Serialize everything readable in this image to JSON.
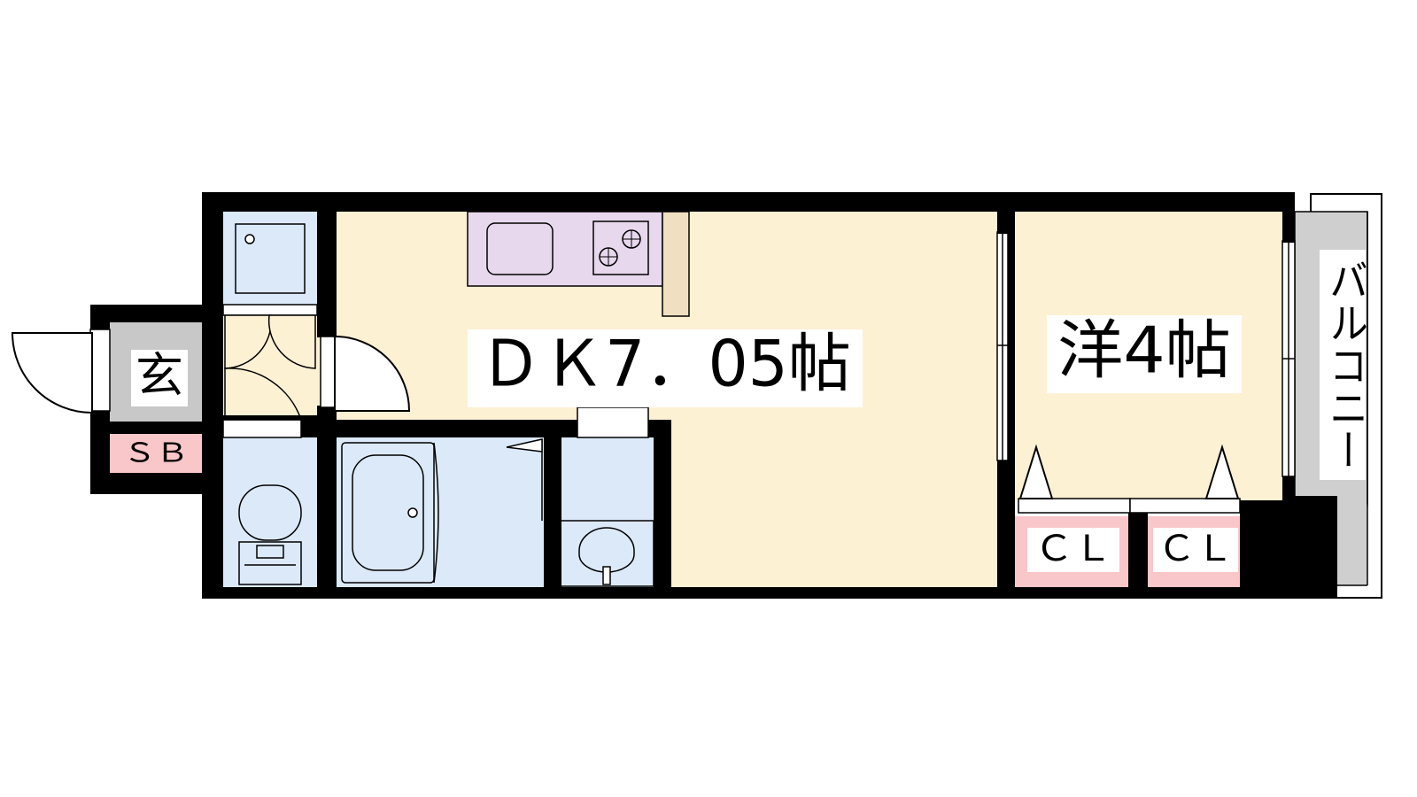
{
  "rooms": {
    "dk": {
      "label": "ＤＫ7．05帖"
    },
    "western": {
      "label": "洋4帖"
    },
    "entrance": {
      "label": "玄"
    },
    "shoe_box": {
      "label": "ＳＢ"
    },
    "closet_left": {
      "label": "ＣＬ"
    },
    "closet_right": {
      "label": "ＣＬ"
    },
    "balcony": {
      "label": "バルコニー"
    }
  },
  "colors": {
    "wall": "#000000",
    "dk_floor": "#fdf1d3",
    "western_floor": "#fdf1d3",
    "kitchen_counter": "#e8d8ee",
    "wet_area": "#dce9f8",
    "entrance_floor": "#c8c8c8",
    "balcony_floor": "#cfcfcf",
    "label_pink": "#f9c6c9",
    "post": "#f0dfc0"
  }
}
